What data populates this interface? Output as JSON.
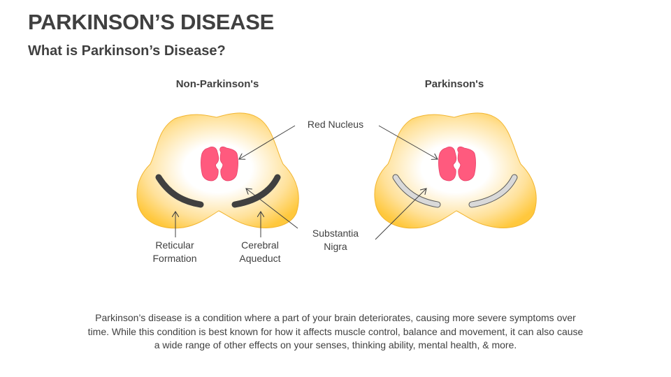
{
  "header": {
    "title": "PARKINSON’S DISEASE",
    "subtitle": "What is Parkinson’s Disease?"
  },
  "diagram": {
    "left_panel": {
      "heading": "Non-Parkinson's"
    },
    "right_panel": {
      "heading": "Parkinson's"
    },
    "labels": {
      "red_nucleus": "Red Nucleus",
      "reticular_formation_line1": "Reticular",
      "reticular_formation_line2": "Formation",
      "cerebral_aqueduct_line1": "Cerebral",
      "cerebral_aqueduct_line2": "Aqueduct",
      "substantia_nigra_line1": "Substantia",
      "substantia_nigra_line2": "Nigra"
    },
    "colors": {
      "brain_outer": "#FFC83D",
      "brain_center": "#FFFFFF",
      "red_nucleus": "#FF5A7E",
      "substantia_nigra_healthy": "#404040",
      "substantia_nigra_degenerated": "#D9D9D9",
      "arrow": "#404040"
    }
  },
  "caption": "Parkinson’s disease is a condition where a part of your brain deteriorates, causing more severe symptoms over time. While this condition is best known for how it affects muscle control, balance and movement, it can also cause a wide range of other effects on your senses, thinking ability, mental health, & more."
}
